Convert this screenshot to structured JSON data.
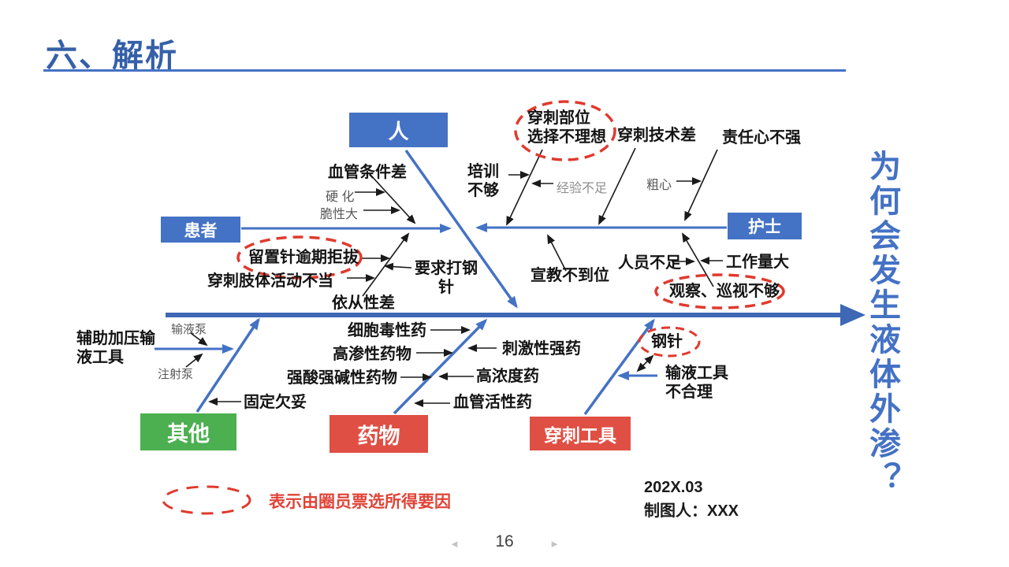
{
  "slide": {
    "title": "六、解析",
    "question": "为何会发生液体外渗？",
    "legend": "表示由圈员票选所得要因",
    "date": "202X.03",
    "author": "制图人：XXX",
    "page": "16",
    "pager_prev": "◄",
    "pager_next": "►"
  },
  "categories": {
    "person": "人",
    "patient": "患者",
    "nurse": "护士",
    "other": "其他",
    "drug": "药物",
    "tool": "穿刺工具"
  },
  "causes": {
    "patient": {
      "vessel": "血管条件差",
      "hardening": "硬 化",
      "brittle": "脆性大",
      "needle_overdue": "留置针逾期拒拔",
      "limb_activity": "穿刺肢体活动不当",
      "compliance": "依从性差",
      "steel_request": "要求打钢\n针"
    },
    "person": {
      "site_selection": "穿刺部位\n选择不理想",
      "training": "培训\n不够",
      "experience": "经验不足",
      "technique": "穿刺技术差",
      "responsibility": "责任心不强",
      "careless": "粗心"
    },
    "nurse": {
      "education": "宣教不到位",
      "staff": "人员不足",
      "workload": "工作量大",
      "observation": "观察、巡视不够"
    },
    "other": {
      "pressure_tool": "辅助加压输\n液工具",
      "infusion_pump": "输液泵",
      "syringe_pump": "注射泵",
      "fixation": "固定欠妥"
    },
    "drug": {
      "cytotoxic": "细胞毒性药",
      "hypertonic": "高渗性药物",
      "acid_alkali": "强酸强碱性药物",
      "irritant": "刺激性强药",
      "high_concentration": "高浓度药",
      "vasoactive": "血管活性药"
    },
    "tool": {
      "steel_needle": "钢针",
      "unreasonable": "输液工具\n不合理"
    }
  },
  "colors": {
    "title_blue": "#3560A8",
    "box_blue": "#4472C4",
    "spine_blue": "#3E68B5",
    "green_box": "#4CAF50",
    "red_box": "#E04F44",
    "dashed_red": "#E03A2E",
    "legend_red": "#E04438"
  }
}
